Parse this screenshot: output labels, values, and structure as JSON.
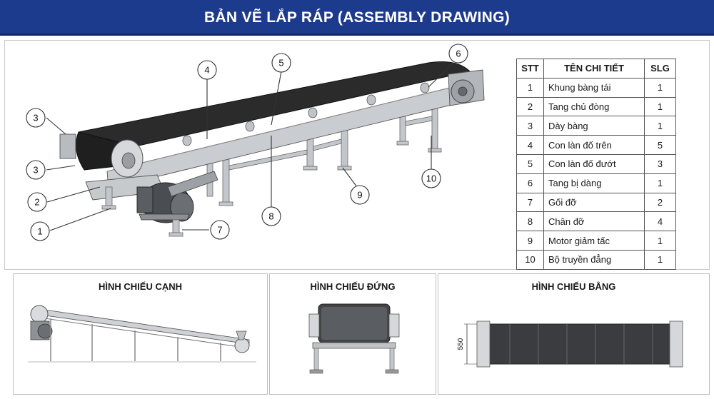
{
  "title": "BẢN VẼ LẮP RÁP (ASSEMBLY DRAWING)",
  "table": {
    "headers": [
      "STT",
      "TÊN CHI TIẾT",
      "SLG"
    ],
    "rows": [
      {
        "stt": "1",
        "name": "Khung bàng tái",
        "qty": "1"
      },
      {
        "stt": "2",
        "name": "Tang chủ đòng",
        "qty": "1"
      },
      {
        "stt": "3",
        "name": "Dày bàng",
        "qty": "1"
      },
      {
        "stt": "4",
        "name": "Con làn đố trên",
        "qty": "5"
      },
      {
        "stt": "5",
        "name": "Con làn đố đướt",
        "qty": "3"
      },
      {
        "stt": "6",
        "name": "Tang bị dàng",
        "qty": "1"
      },
      {
        "stt": "7",
        "name": "Gối đỡ",
        "qty": "2"
      },
      {
        "stt": "8",
        "name": "Chân đỡ",
        "qty": "4"
      },
      {
        "stt": "9",
        "name": "Motor giảm tấc",
        "qty": "1"
      },
      {
        "stt": "10",
        "name": "Bộ truyền đẳng",
        "qty": "1"
      }
    ]
  },
  "callouts": [
    "3",
    "3",
    "2",
    "1",
    "4",
    "5",
    "8",
    "7",
    "9",
    "10",
    "6"
  ],
  "views": {
    "side": "HÌNH CHIẾU CẠNH",
    "front": "HÌNH CHIẾU ĐỨNG",
    "top": "HÌNH CHIẾU BẰNG"
  },
  "dimension": "550",
  "colors": {
    "title_bar": "#1d3b8c",
    "belt": "#2b2b2b",
    "frame_steel": "#b9bcc0",
    "motor": "#4a4d52"
  }
}
